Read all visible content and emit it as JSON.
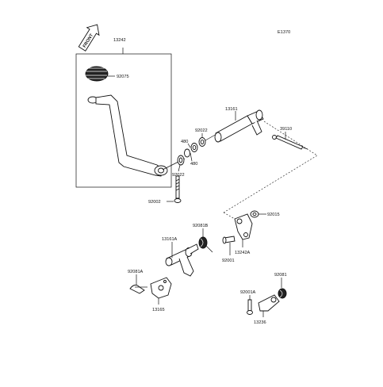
{
  "figure_code": "E1370",
  "front_label": "FRONT",
  "labels": {
    "l13242": "13242",
    "l92075": "92075",
    "l480a": "480",
    "l92022a": "92022",
    "l480b": "480",
    "l92022b": "92022",
    "l92002": "92002",
    "l13161": "13161",
    "l39110": "39110",
    "l92015": "92015",
    "l92081B": "92081B",
    "l13242A": "13242A",
    "l13161A": "13161A",
    "l92001": "92001",
    "l92081A": "92081A",
    "l13165": "13165",
    "l92081": "92081",
    "l92001A": "92001A",
    "l13236": "13236"
  }
}
